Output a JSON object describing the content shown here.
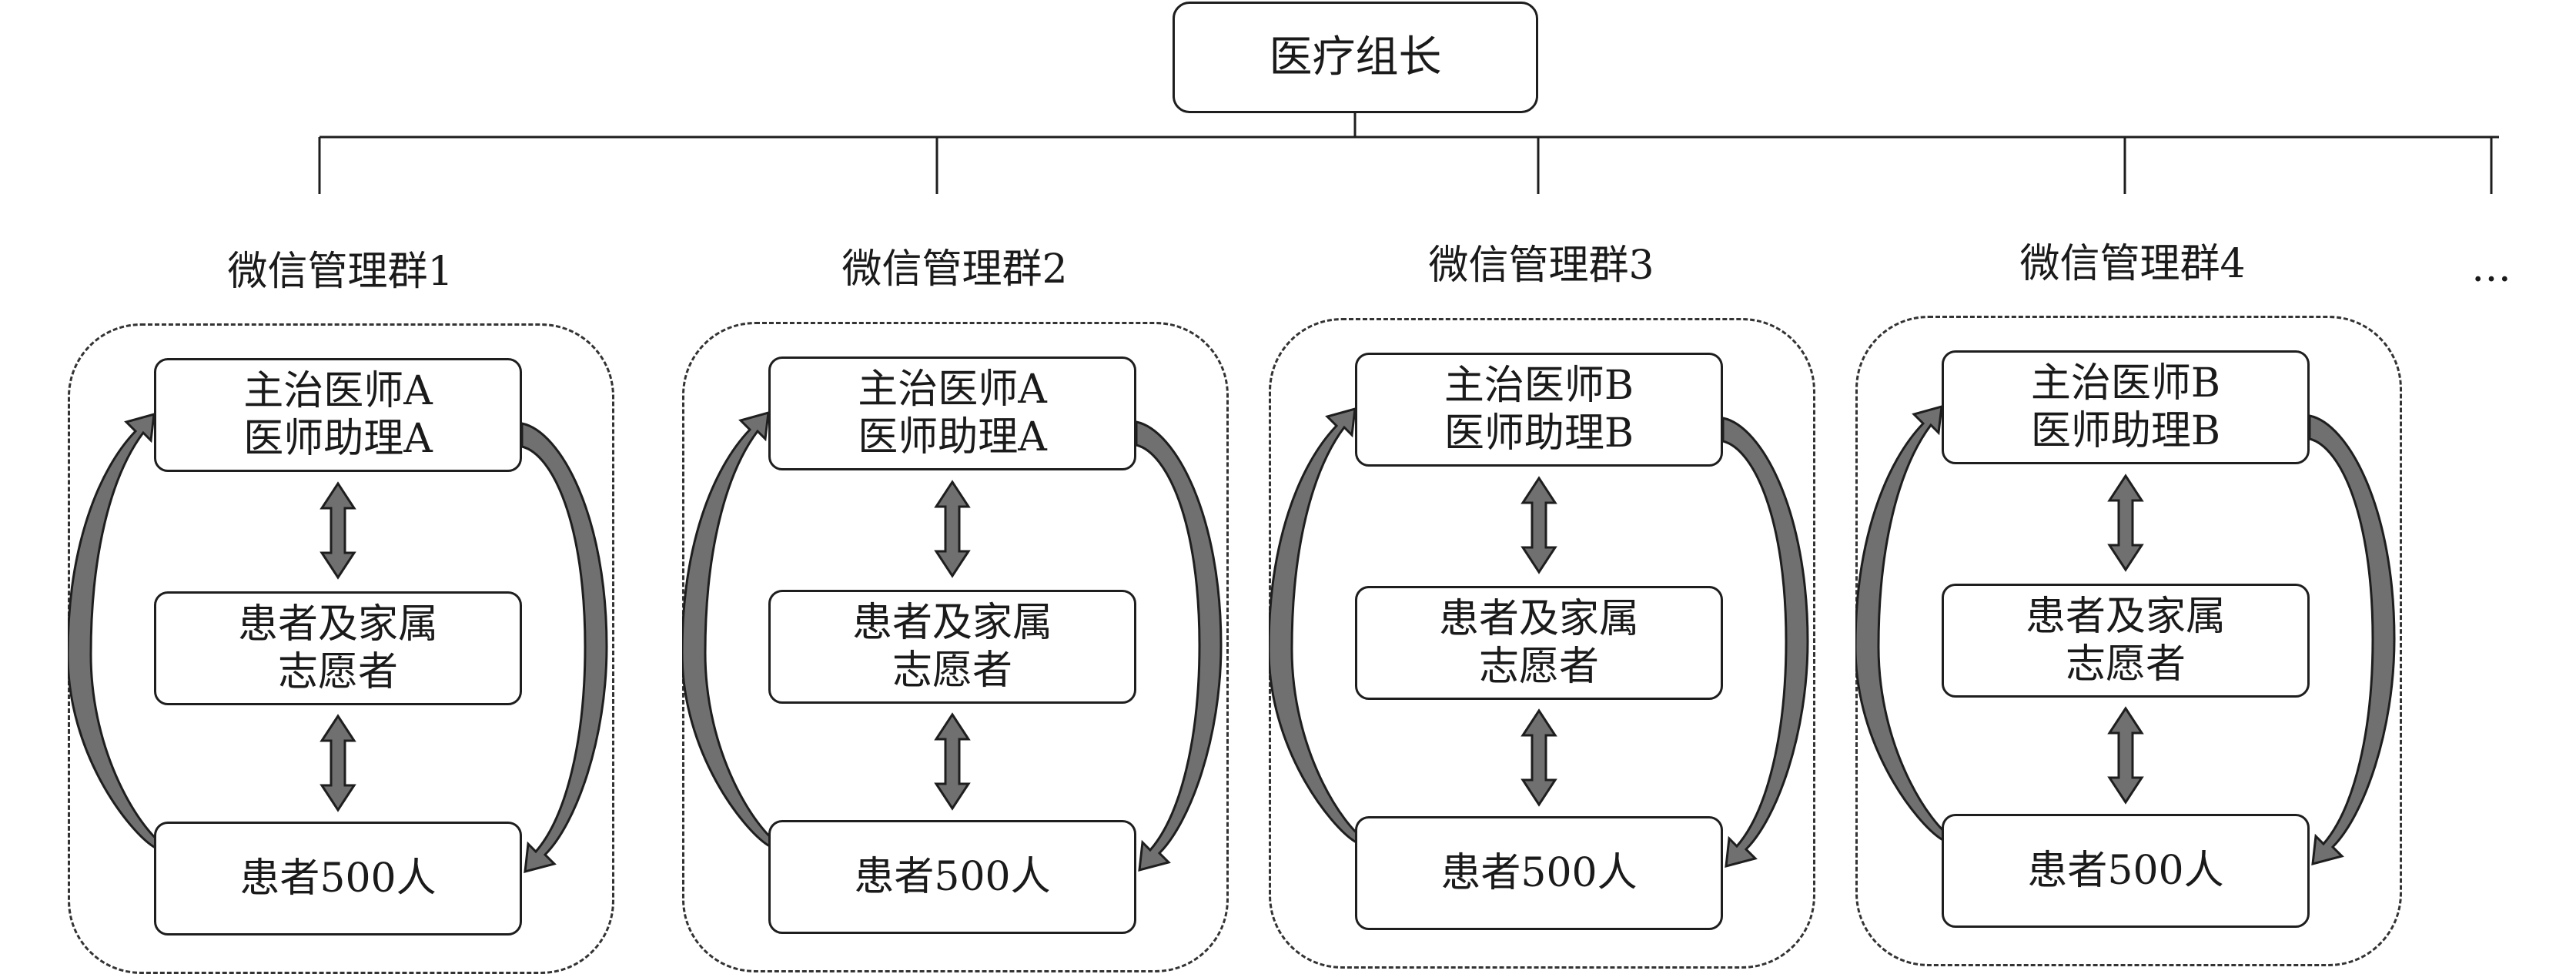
{
  "root": {
    "label": "医疗组长"
  },
  "groups": [
    {
      "title": "微信管理群1",
      "doctor": "主治医师A",
      "assistant": "医师助理A",
      "family": "患者及家属",
      "volunteer": "志愿者",
      "patients": "患者500人"
    },
    {
      "title": "微信管理群2",
      "doctor": "主治医师A",
      "assistant": "医师助理A",
      "family": "患者及家属",
      "volunteer": "志愿者",
      "patients": "患者500人"
    },
    {
      "title": "微信管理群3",
      "doctor": "主治医师B",
      "assistant": "医师助理B",
      "family": "患者及家属",
      "volunteer": "志愿者",
      "patients": "患者500人"
    },
    {
      "title": "微信管理群4",
      "doctor": "主治医师B",
      "assistant": "医师助理B",
      "family": "患者及家属",
      "volunteer": "志愿者",
      "patients": "患者500人"
    }
  ],
  "more": "…",
  "colors": {
    "arrow_fill": "#707070",
    "line": "#1e1e1e",
    "dash": "#333333"
  }
}
